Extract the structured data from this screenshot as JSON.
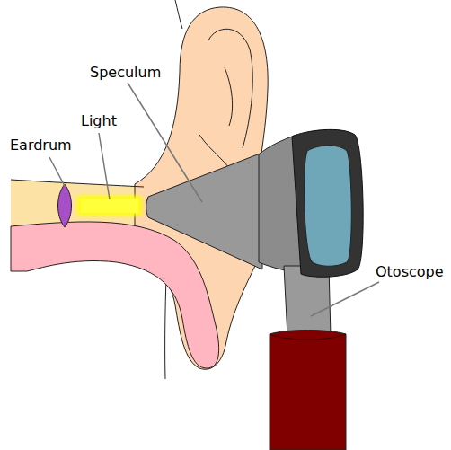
{
  "diagram": {
    "labels": [
      "Speculum",
      "Light",
      "Eardrum",
      "Otoscope"
    ]
  }
}
